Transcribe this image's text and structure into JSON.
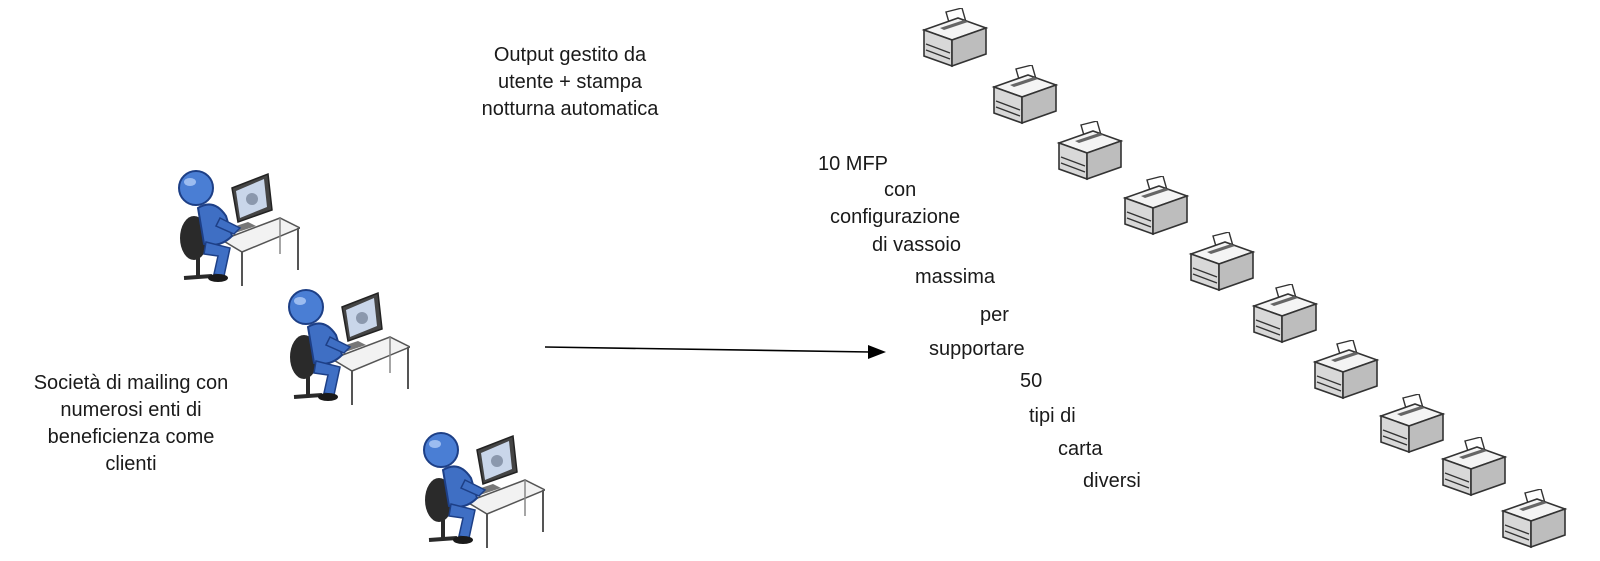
{
  "left_label": [
    "Società di mailing con",
    "numerosi enti di",
    "beneficienza come",
    "clienti"
  ],
  "top_label": [
    "Output gestito da",
    "utente + stampa",
    "notturna automatica"
  ],
  "printer_label": [
    "10 MFP",
    "con",
    "configurazione",
    "di vassoio",
    "massima",
    "per",
    "supportare",
    "50",
    "tipi di",
    "carta",
    "diversi"
  ],
  "icons": {
    "worker": "person-at-computer-icon",
    "printer": "mfp-printer-icon",
    "arrow": "flow-arrow"
  },
  "colors": {
    "person_blue": "#3f6fc4",
    "person_dark": "#1d3f86",
    "printer_gray": "#dcdcdc",
    "line": "#000000"
  }
}
